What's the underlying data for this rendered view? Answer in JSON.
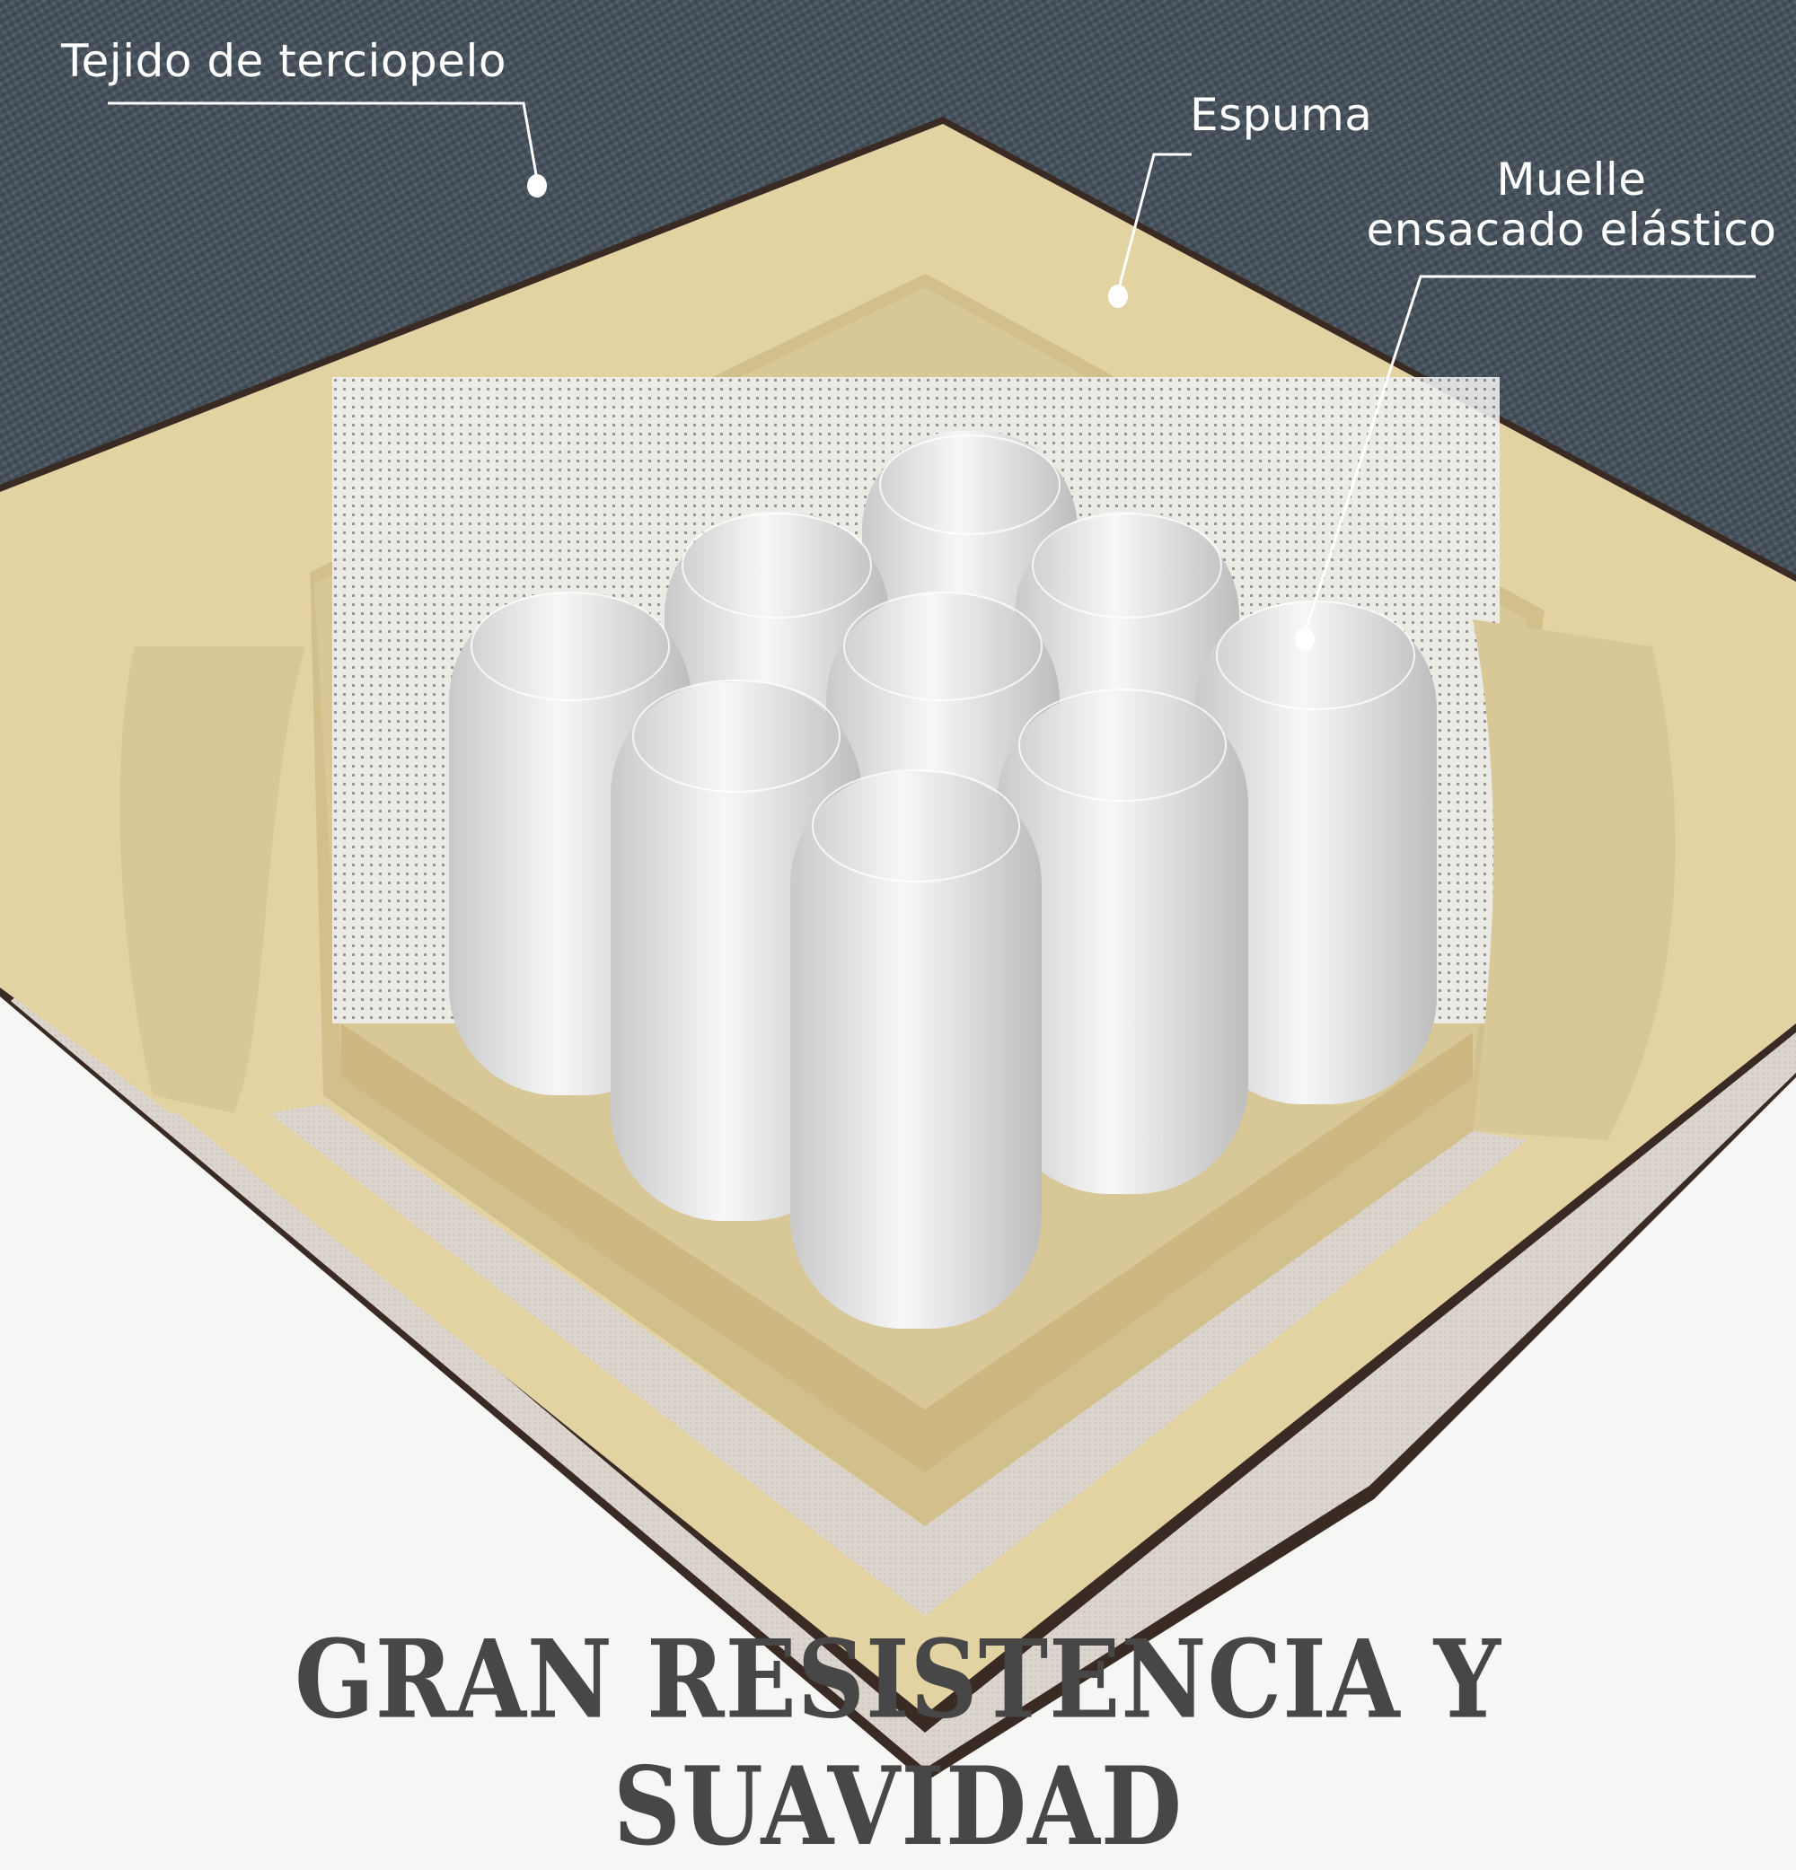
{
  "image": {
    "subject": "Cutaway illustration of a sofa cushion showing layers",
    "colors": {
      "fabric": "#46515b",
      "foam": "#e3d3a3",
      "foam_shadow": "#d2c08c",
      "springs": "#ececec",
      "base_fabric": "#d9d3cc",
      "edge": "#3a2a24",
      "background": "#f6f6f4",
      "headline": "#474747",
      "label_text": "#ffffff"
    }
  },
  "callouts": [
    {
      "id": "fabric",
      "text": "Tejido de terciopelo"
    },
    {
      "id": "foam",
      "text": "Espuma"
    },
    {
      "id": "springs",
      "line1": "Muelle",
      "line2": "ensacado elástico"
    }
  ],
  "headline": "GRAN RESISTENCIA Y SUAVIDAD"
}
